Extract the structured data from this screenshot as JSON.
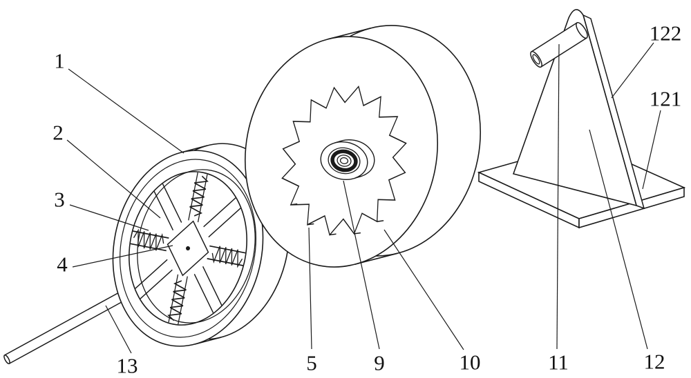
{
  "figure": {
    "type": "patent-exploded-view-technical-drawing",
    "background": "#ffffff",
    "line_color": "#1a1a1a",
    "label_color": "#111111"
  },
  "labels": [
    {
      "text": "1"
    },
    {
      "text": "2"
    },
    {
      "text": "3"
    },
    {
      "text": "4"
    },
    {
      "text": "13"
    },
    {
      "text": "5"
    },
    {
      "text": "9"
    },
    {
      "text": "10"
    },
    {
      "text": "11"
    },
    {
      "text": "12"
    },
    {
      "text": "121"
    },
    {
      "text": "122"
    }
  ]
}
